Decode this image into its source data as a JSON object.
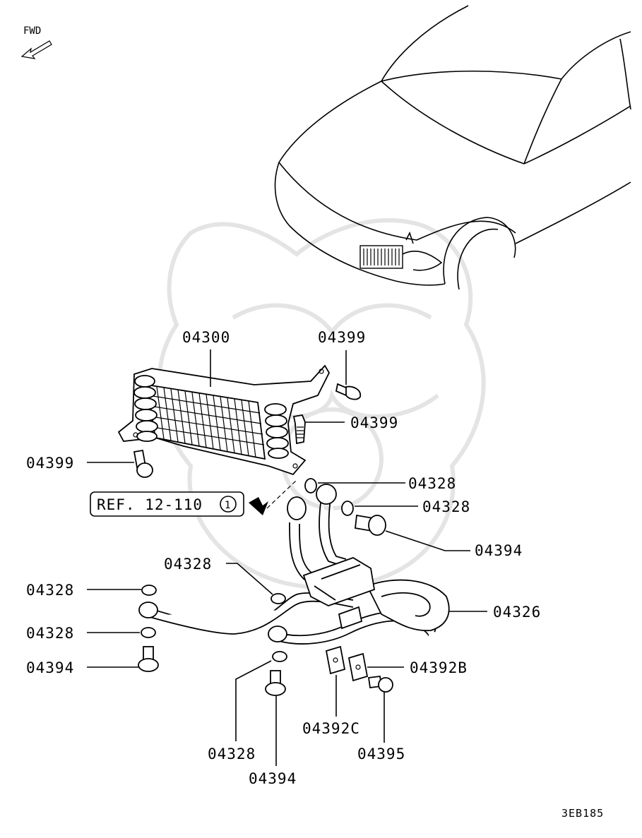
{
  "fwd_label": "FWD",
  "ref_label": "REF. 12-110",
  "ref_circle": "1",
  "diagram_code": "3EB185",
  "callouts": [
    {
      "key": "c1",
      "text": "04300"
    },
    {
      "key": "c2",
      "text": "04399"
    },
    {
      "key": "c3",
      "text": "04399"
    },
    {
      "key": "c4",
      "text": "04399"
    },
    {
      "key": "c5",
      "text": "04328"
    },
    {
      "key": "c6",
      "text": "04328"
    },
    {
      "key": "c7",
      "text": "04394"
    },
    {
      "key": "c8",
      "text": "04328"
    },
    {
      "key": "c9",
      "text": "04328"
    },
    {
      "key": "c10",
      "text": "04326"
    },
    {
      "key": "c11",
      "text": "04328"
    },
    {
      "key": "c12",
      "text": "04394"
    },
    {
      "key": "c13",
      "text": "04392B"
    },
    {
      "key": "c14",
      "text": "04392C"
    },
    {
      "key": "c15",
      "text": "04395"
    },
    {
      "key": "c16",
      "text": "04328"
    },
    {
      "key": "c17",
      "text": "04394"
    }
  ]
}
